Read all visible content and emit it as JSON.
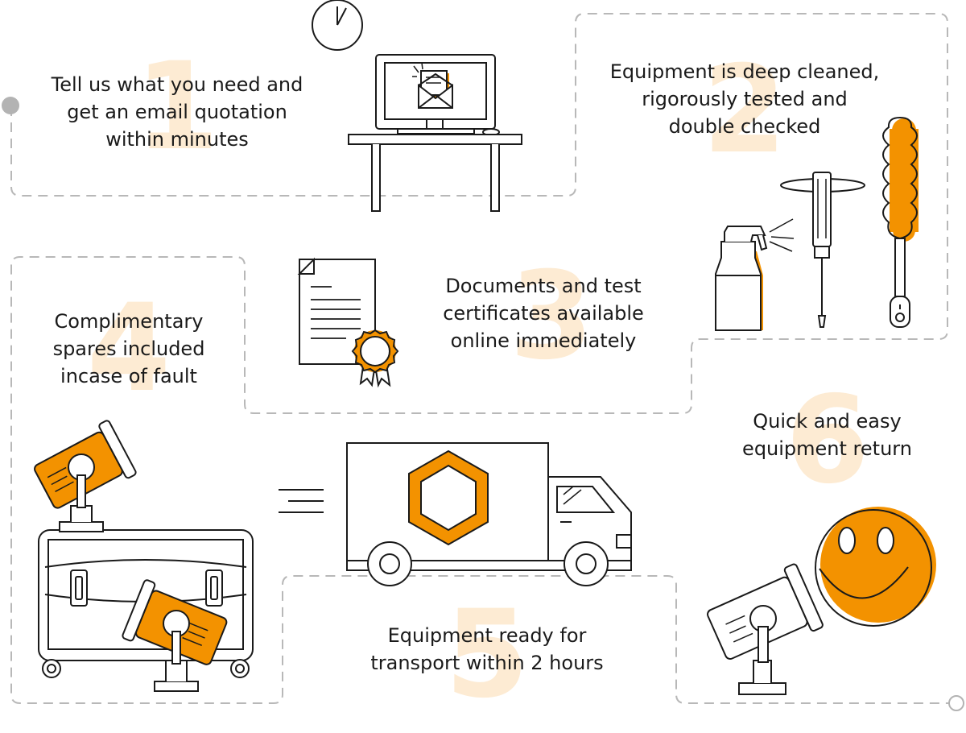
{
  "colors": {
    "accent": "#f39200",
    "ink": "#1a1a1a",
    "number": "#fdebd3",
    "dash": "#b8b8b8",
    "dot": "#b3b3b3"
  },
  "steps": [
    {
      "number": "1",
      "text": "Tell us what you need and\nget an email quotation\nwithin minutes",
      "icon": "computer-email-icon"
    },
    {
      "number": "2",
      "text": "Equipment is deep cleaned,\nrigorously tested and\ndouble checked",
      "icon": "cleaning-tools-icon"
    },
    {
      "number": "3",
      "text": "Documents and test\ncertificates available\nonline immediately",
      "icon": "certificate-icon"
    },
    {
      "number": "4",
      "text": "Complimentary\nspares included\nincase of fault",
      "icon": "flight-case-lights-icon"
    },
    {
      "number": "5",
      "text": "Equipment ready for\ntransport within 2 hours",
      "icon": "delivery-truck-icon"
    },
    {
      "number": "6",
      "text": "Quick and easy\nequipment return",
      "icon": "smiley-light-icon"
    }
  ]
}
